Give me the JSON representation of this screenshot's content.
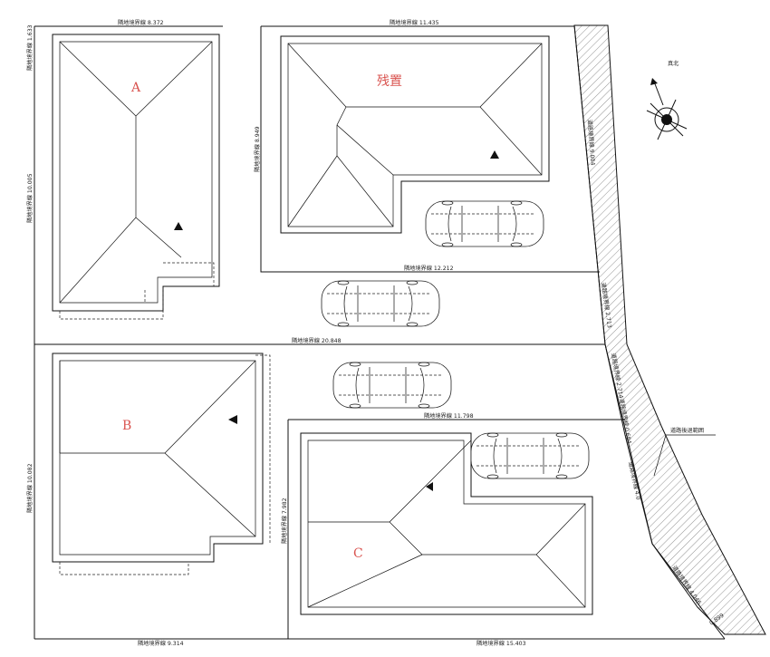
{
  "lots": {
    "a": "A",
    "retained": "残置",
    "b": "B",
    "c": "C"
  },
  "north_label": "真北",
  "road_note": "道路後退範囲",
  "boundaries": {
    "top_left": "隣地境界線  8.372",
    "top_right": "隣地境界線  11.435",
    "left_top_corner": "隣地境界線  1.633",
    "left_a": "隣地境界線  10.005",
    "left_retained": "隣地境界線  8.949",
    "mid_upper": "隣地境界線  12.212",
    "mid_full": "隣地境界線  20.848",
    "right_upper": "道路境界線  9.004",
    "left_b": "隣地境界線  10.082",
    "mid_lower": "隣地境界線  11.798",
    "left_c": "隣地境界線  7.982",
    "right_mid": "道路境界線  2.713",
    "right_mid2": "道路境界線  2.714",
    "right_mid3": "道路境界線  0.684",
    "right_lower": "道路境界線  4.0",
    "right_bottom": "道路境界線  4.046",
    "right_bottom2": "0.899",
    "bottom_left": "隣地境界線  9.314",
    "bottom_right": "隣地境界線  15.403"
  }
}
